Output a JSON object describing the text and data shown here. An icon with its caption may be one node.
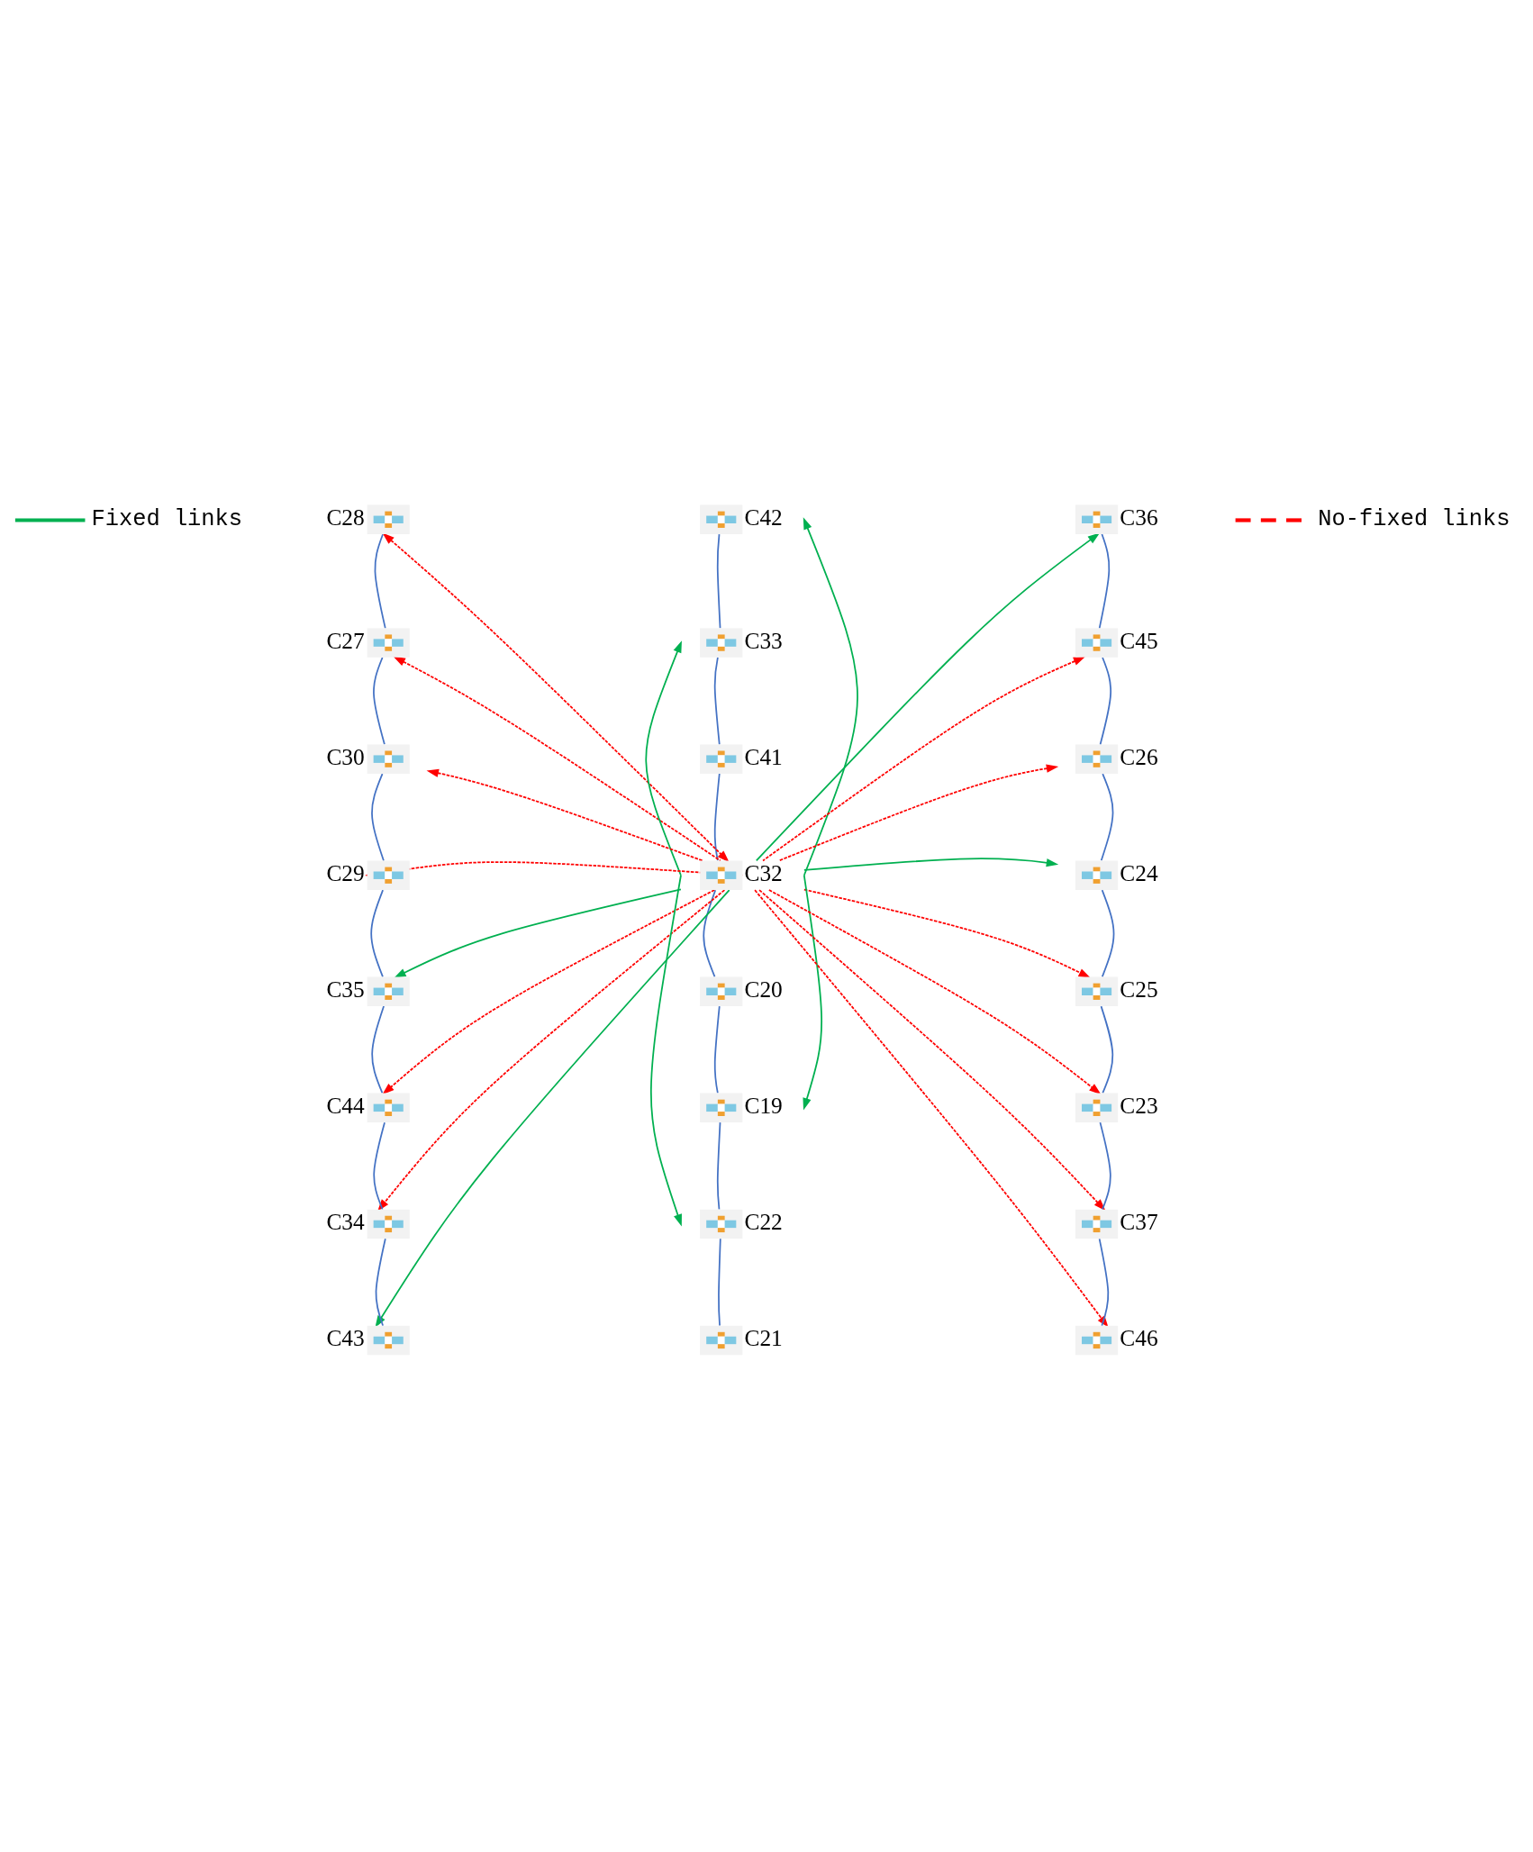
{
  "diagram": {
    "nodes": [
      {
        "text": [],
        "shape": "picture",
        "beside": [
          "C28"
        ]
      },
      {
        "text": [],
        "shape": "picture",
        "beside": [
          "C42"
        ]
      },
      {
        "text": [],
        "shape": "picture",
        "beside": [
          "C36"
        ]
      },
      {
        "text": [],
        "shape": "picture",
        "beside": [
          "C27"
        ]
      },
      {
        "text": [],
        "shape": "picture",
        "beside": [
          "C33"
        ]
      },
      {
        "text": [],
        "shape": "picture",
        "beside": [
          "C45"
        ]
      },
      {
        "text": [],
        "shape": "picture",
        "beside": [
          "C30"
        ]
      },
      {
        "text": [],
        "shape": "picture",
        "beside": [
          "C41"
        ]
      },
      {
        "text": [],
        "shape": "picture",
        "beside": [
          "C26"
        ]
      },
      {
        "text": [],
        "shape": "picture",
        "beside": [
          "C29"
        ]
      },
      {
        "text": [],
        "shape": "picture",
        "beside": [
          "C32"
        ]
      },
      {
        "text": [],
        "shape": "picture",
        "beside": [
          "C24"
        ]
      },
      {
        "text": [],
        "shape": "picture",
        "beside": [
          "C35"
        ]
      },
      {
        "text": [],
        "shape": "picture",
        "beside": [
          "C20"
        ]
      },
      {
        "text": [],
        "shape": "picture",
        "beside": [
          "C25"
        ]
      },
      {
        "text": [],
        "shape": "picture",
        "beside": [
          "C44"
        ]
      },
      {
        "text": [],
        "shape": "picture",
        "beside": [
          "C19"
        ]
      },
      {
        "text": [],
        "shape": "picture",
        "beside": [
          "C23"
        ]
      },
      {
        "text": [],
        "shape": "picture",
        "beside": [
          "C34"
        ]
      },
      {
        "text": [],
        "shape": "picture",
        "beside": [
          "C22"
        ]
      },
      {
        "text": [],
        "shape": "picture",
        "beside": [
          "C37"
        ]
      },
      {
        "text": [],
        "shape": "picture",
        "beside": [
          "C43"
        ]
      },
      {
        "text": [],
        "shape": "picture",
        "beside": [
          "C21"
        ]
      },
      {
        "text": [],
        "shape": "picture",
        "beside": [
          "C46"
        ]
      }
    ],
    "edges": [
      {
        "from": 10,
        "to": 0,
        "arrow": "both",
        "style": "dashed",
        "color": "#ff0000"
      },
      {
        "from": 10,
        "to": 1,
        "arrow": "to",
        "color": "#00b050"
      },
      {
        "from": 10,
        "to": 2,
        "arrow": "to",
        "color": "#00b050"
      },
      {
        "from": 10,
        "to": 3,
        "arrow": "to",
        "style": "dashed",
        "color": "#ff0000"
      },
      {
        "from": 10,
        "to": 4,
        "arrow": "to",
        "color": "#00b050"
      },
      {
        "from": 10,
        "to": 5,
        "arrow": "to",
        "style": "dashed",
        "color": "#ff0000"
      },
      {
        "from": 10,
        "to": 6,
        "arrow": "to",
        "style": "dashed",
        "color": "#ff0000"
      },
      {
        "from": 10,
        "to": 8,
        "arrow": "to",
        "style": "dashed",
        "color": "#ff0000"
      },
      {
        "from": 10,
        "to": 9,
        "arrow": "to",
        "style": "dashed",
        "color": "#ff0000"
      },
      {
        "from": 10,
        "to": 11,
        "arrow": "to",
        "color": "#00b050"
      },
      {
        "from": 10,
        "to": 12,
        "arrow": "to",
        "color": "#00b050"
      },
      {
        "from": 10,
        "to": 13,
        "arrow": "none"
      },
      {
        "from": 10,
        "to": 14,
        "arrow": "to",
        "style": "dashed",
        "color": "#ff0000"
      },
      {
        "from": 10,
        "to": 15,
        "arrow": "to",
        "style": "dashed",
        "color": "#ff0000"
      },
      {
        "from": 10,
        "to": 16,
        "arrow": "to",
        "color": "#00b050"
      },
      {
        "from": 10,
        "to": 17,
        "arrow": "to",
        "style": "dashed",
        "color": "#ff0000"
      },
      {
        "from": 10,
        "to": 18,
        "arrow": "to",
        "style": "dashed",
        "color": "#ff0000"
      },
      {
        "from": 10,
        "to": 19,
        "arrow": "to",
        "color": "#00b050"
      },
      {
        "from": 10,
        "to": 20,
        "arrow": "to",
        "style": "dashed",
        "color": "#ff0000"
      },
      {
        "from": 10,
        "to": 21,
        "arrow": "to",
        "color": "#00b050"
      },
      {
        "from": 10,
        "to": 23,
        "arrow": "to",
        "style": "dashed",
        "color": "#ff0000"
      },
      {
        "from": 0,
        "to": 3,
        "arrow": "none"
      },
      {
        "from": 3,
        "to": 6,
        "arrow": "none"
      },
      {
        "from": 6,
        "to": 9,
        "arrow": "none"
      },
      {
        "from": 9,
        "to": 12,
        "arrow": "none"
      },
      {
        "from": 12,
        "to": 15,
        "arrow": "none"
      },
      {
        "from": 15,
        "to": 18,
        "arrow": "none"
      },
      {
        "from": 18,
        "to": 21,
        "arrow": "none"
      },
      {
        "from": 1,
        "to": 4,
        "arrow": "none"
      },
      {
        "from": 4,
        "to": 7,
        "arrow": "none"
      },
      {
        "from": 7,
        "to": 10,
        "arrow": "none"
      },
      {
        "from": 13,
        "to": 16,
        "arrow": "none"
      },
      {
        "from": 16,
        "to": 19,
        "arrow": "none"
      },
      {
        "from": 19,
        "to": 22,
        "arrow": "none"
      },
      {
        "from": 2,
        "to": 5,
        "arrow": "none"
      },
      {
        "from": 5,
        "to": 8,
        "arrow": "none"
      },
      {
        "from": 8,
        "to": 11,
        "arrow": "none"
      },
      {
        "from": 11,
        "to": 14,
        "arrow": "none"
      },
      {
        "from": 14,
        "to": 17,
        "arrow": "none"
      },
      {
        "from": 17,
        "to": 20,
        "arrow": "none"
      },
      {
        "from": 20,
        "to": 23,
        "arrow": "none"
      }
    ],
    "legend": [
      {
        "text": "Fixed links"
      },
      {
        "text": "No-fixed links"
      }
    ]
  }
}
